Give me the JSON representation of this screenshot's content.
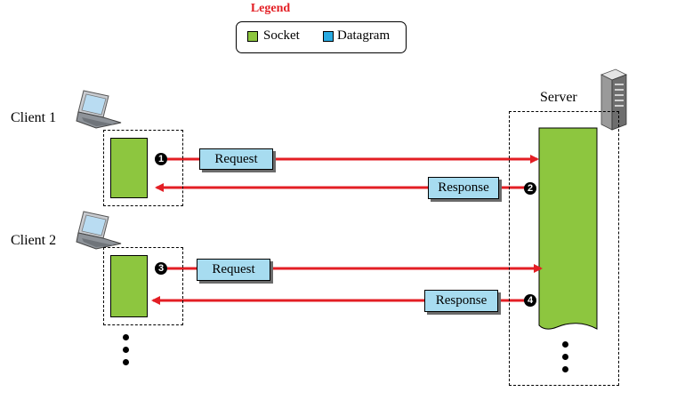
{
  "legend": {
    "title": "Legend",
    "items": [
      {
        "label": "Socket",
        "color": "#8dc63f"
      },
      {
        "label": "Datagram",
        "color": "#29abe2"
      }
    ]
  },
  "clients": [
    {
      "label": "Client 1"
    },
    {
      "label": "Client 2"
    }
  ],
  "server": {
    "label": "Server"
  },
  "messages": [
    {
      "step": "1",
      "label": "Request"
    },
    {
      "step": "2",
      "label": "Response"
    },
    {
      "step": "3",
      "label": "Request"
    },
    {
      "step": "4",
      "label": "Response"
    }
  ],
  "colors": {
    "arrow": "#e31e24",
    "socket": "#8dc63f",
    "datagram_box": "#a7dcf0"
  }
}
